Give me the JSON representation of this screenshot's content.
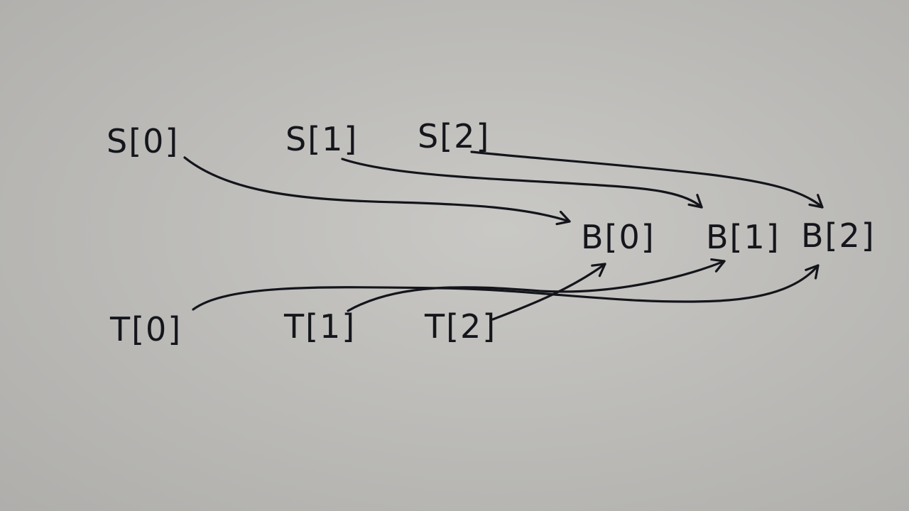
{
  "diagram": {
    "ink_color": "#15161c",
    "background_color": "#bfbebb",
    "nodes": [
      {
        "id": "s0",
        "label": "S[0]",
        "group": "S"
      },
      {
        "id": "s1",
        "label": "S[1]",
        "group": "S"
      },
      {
        "id": "s2",
        "label": "S[2]",
        "group": "S"
      },
      {
        "id": "b0",
        "label": "B[0]",
        "group": "B"
      },
      {
        "id": "b1",
        "label": "B[1]",
        "group": "B"
      },
      {
        "id": "b2",
        "label": "B[2]",
        "group": "B"
      },
      {
        "id": "t0",
        "label": "T[0]",
        "group": "T"
      },
      {
        "id": "t1",
        "label": "T[1]",
        "group": "T"
      },
      {
        "id": "t2",
        "label": "T[2]",
        "group": "T"
      }
    ],
    "edges": [
      {
        "from": "s0",
        "to": "b0"
      },
      {
        "from": "s1",
        "to": "b1"
      },
      {
        "from": "s2",
        "to": "b2"
      },
      {
        "from": "t0",
        "to": "b2"
      },
      {
        "from": "t1",
        "to": "b1"
      },
      {
        "from": "t2",
        "to": "b0"
      }
    ]
  }
}
